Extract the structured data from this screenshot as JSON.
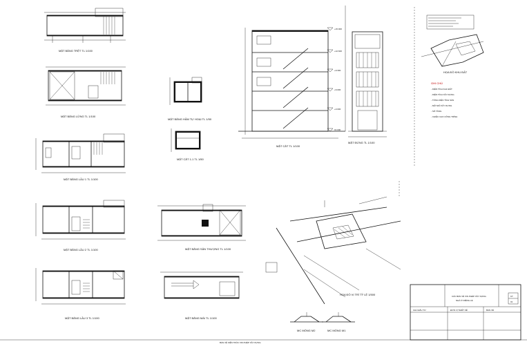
{
  "drawings": {
    "plan_ground": "MẶT BẰNG TRỆT  TL 1/100",
    "plan_mezzanine": "MẶT BẰNG LỬNG  TL 1/100",
    "plan_floor1": "MẶT BẰNG LẦU 1  TL 1/100",
    "plan_floor2": "MẶT BẰNG LẦU 2  TL 1/100",
    "plan_floor3": "MẶT BẰNG LẦU 3  TL 1/100",
    "plan_tank": "MẶT BẰNG HẦM TỰ HOẠI  TL 1/50",
    "section_tank": "MẶT CẮT 1-1  TL 1/50",
    "plan_terrace": "MẶT BẰNG SÂN THƯỢNG  TL 1/100",
    "plan_roof": "MẶT BẰNG MÁI  TL 1/100",
    "section": "MẶT CẮT  TL 1/100",
    "elevation": "MẶT ĐỨNG  TL 1/100",
    "site_plan": "HỌA ĐỒ VỊ TRÍ  TỶ LỆ 1/500",
    "lot_plan": "HỌA ĐỒ KHU ĐẤT",
    "foundation_m2": "MC MÓNG M2",
    "foundation_m1": "MC MÓNG M1"
  },
  "notes": {
    "heading": "GHI CHÚ",
    "lines": [
      "- DIỆN TÍCH KHU ĐẤT",
      "- DIỆN TÍCH XÂY DỰNG",
      "- TỔNG DIỆN TÍCH SÀN",
      "- MẬT ĐỘ XÂY DỰNG",
      "- SỐ TẦNG",
      "- CHIỀU CAO CÔNG TRÌNH"
    ]
  },
  "title_block": {
    "project": "CÁC BẢN VẼ XIN PHÉP XÂY DỰNG",
    "subtitle": "NHÀ Ở RIÊNG LẺ",
    "owner_label": "CHỦ ĐẦU TƯ",
    "designer_label": "ĐƠN VỊ THIẾT KẾ",
    "sheet_label": "BẢN VẼ",
    "sheet_no": "KT",
    "sheet_index": "01"
  },
  "footer_note": "BẢN VẼ KIẾN TRÚC XIN PHÉP XÂY DỰNG",
  "elevation_levels": [
    "+15.900",
    "+12.600",
    "+9.300",
    "+6.000",
    "+3.000",
    "±0.000"
  ],
  "colors": {
    "ink": "#111111",
    "accent": "#c00000",
    "paper": "#ffffff"
  }
}
